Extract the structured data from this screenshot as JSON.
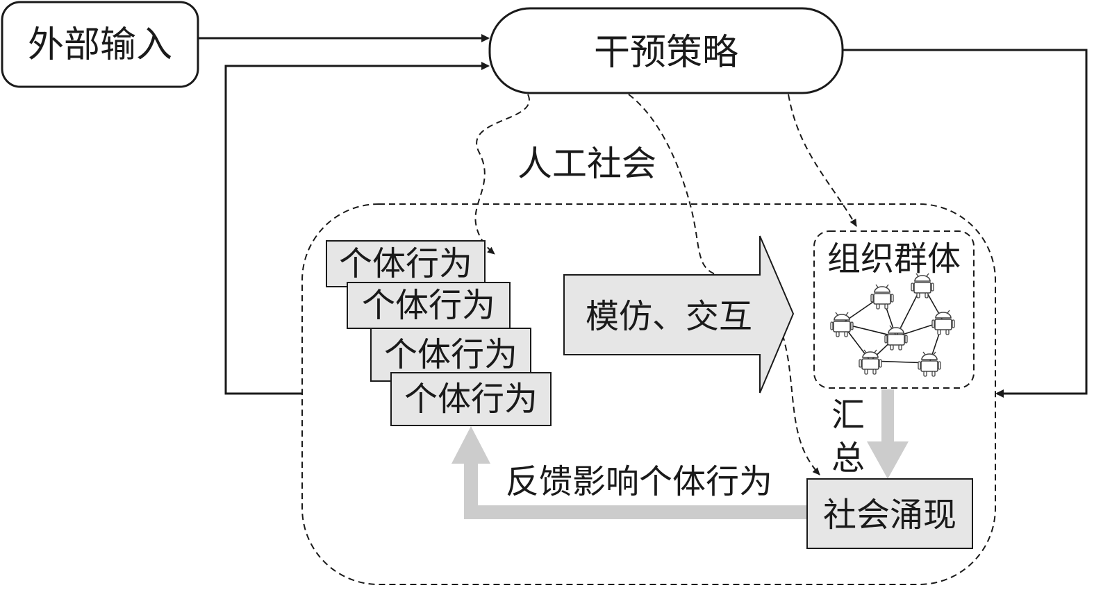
{
  "nodes": {
    "external_input": "外部输入",
    "intervention_strategy": "干预策略",
    "artificial_society": "人工社会",
    "individual_behavior": [
      "个体行为",
      "个体行为",
      "个体行为",
      "个体行为"
    ],
    "imitation_interaction": "模仿、交互",
    "organization_group": "组织群体",
    "aggregate_top": "汇",
    "aggregate_bottom": "总",
    "feedback": "反馈影响个体行为",
    "social_emergence": "社会涌现"
  },
  "colors": {
    "line": "#1a1a1a",
    "box_fill": "#e6e6e6",
    "thick_arrow": "#cccccc",
    "background": "#ffffff"
  },
  "icons": {
    "agent": "android-robot-icon",
    "agent_count": 7
  }
}
